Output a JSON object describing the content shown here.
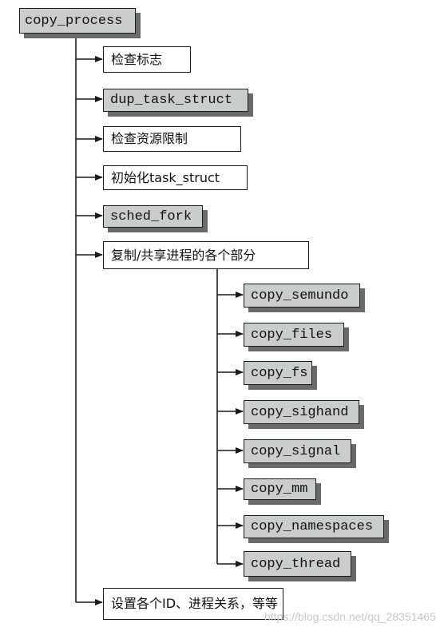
{
  "root": {
    "label": "copy_process",
    "kind": "func"
  },
  "steps": [
    {
      "label": "检查标志",
      "kind": "step"
    },
    {
      "label": "dup_task_struct",
      "kind": "func"
    },
    {
      "label": "检查资源限制",
      "kind": "step"
    },
    {
      "label": "初始化task_struct",
      "kind": "step"
    },
    {
      "label": "sched_fork",
      "kind": "func"
    },
    {
      "label": "复制/共享进程的各个部分",
      "kind": "step"
    },
    {
      "label": "设置各个ID、进程关系，等等",
      "kind": "step"
    }
  ],
  "substeps": [
    {
      "label": "copy_semundo",
      "kind": "func"
    },
    {
      "label": "copy_files",
      "kind": "func"
    },
    {
      "label": "copy_fs",
      "kind": "func"
    },
    {
      "label": "copy_sighand",
      "kind": "func"
    },
    {
      "label": "copy_signal",
      "kind": "func"
    },
    {
      "label": "copy_mm",
      "kind": "func"
    },
    {
      "label": "copy_namespaces",
      "kind": "func"
    },
    {
      "label": "copy_thread",
      "kind": "func"
    }
  ],
  "watermark": "https://blog.csdn.net/qq_28351465",
  "colors": {
    "function_fill": "#c9cdcb",
    "shadow": "#6a6a6a",
    "line": "#1a1a1a"
  }
}
